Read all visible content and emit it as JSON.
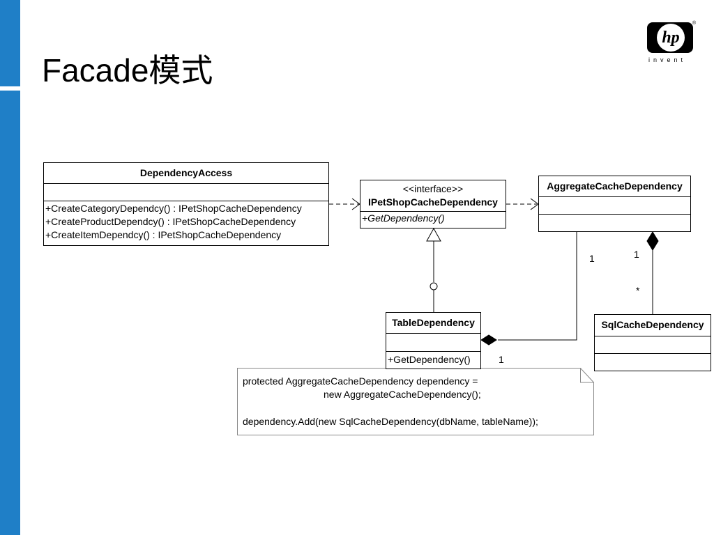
{
  "slide": {
    "title": "Facade模式"
  },
  "logo": {
    "mark": "hp",
    "tagline": "invent",
    "registered": "®"
  },
  "classes": {
    "dependency_access": {
      "name": "DependencyAccess",
      "operations": [
        "+CreateCategoryDependcy() : IPetShopCacheDependency",
        "+CreateProductDependcy() : IPetShopCacheDependency",
        "+CreateItemDependcy() : IPetShopCacheDependency"
      ]
    },
    "ipetshop_interface": {
      "stereotype": "<<interface>>",
      "name": "IPetShopCacheDependency",
      "operations": [
        "+GetDependency()"
      ]
    },
    "aggregate": {
      "name": "AggregateCacheDependency"
    },
    "table_dependency": {
      "name": "TableDependency",
      "operations": [
        "+GetDependency()"
      ]
    },
    "sql_cache": {
      "name": "SqlCacheDependency"
    }
  },
  "multiplicities": {
    "aggregate_to_table": "1",
    "table_to_aggregate": "1",
    "aggregate_to_sql_one": "1",
    "aggregate_to_sql_many": "*"
  },
  "note": {
    "lines": [
      "protected AggregateCacheDependency dependency =",
      "new AggregateCacheDependency();",
      "dependency.Add(new SqlCacheDependency(dbName, tableName));"
    ]
  },
  "colors": {
    "left_bar": "#1f7fc7"
  }
}
